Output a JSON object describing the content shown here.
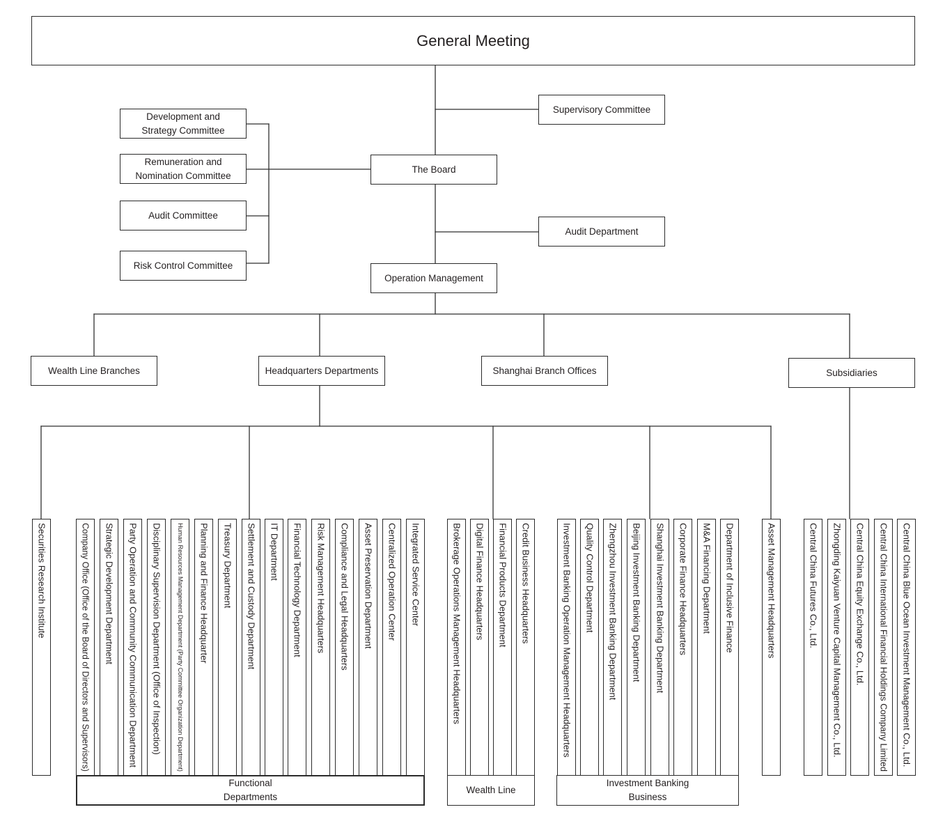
{
  "governance": {
    "general_meeting": "General Meeting",
    "supervisory_committee": "Supervisory Committee",
    "the_board": "The Board",
    "audit_department": "Audit Department",
    "operation_management": "Operation Management"
  },
  "board_committees": [
    "Development and Strategy Committee",
    "Remuneration and Nomination Committee",
    "Audit Committee",
    "Risk Control Committee"
  ],
  "business_lines": {
    "wealth_line_branches": "Wealth Line Branches",
    "headquarters_departments": "Headquarters Departments",
    "shanghai_branch_offices": "Shanghai Branch Offices",
    "subsidiaries": "Subsidiaries"
  },
  "headquarters": {
    "research": "Securities Research Institute",
    "functional": {
      "group_label": "Functional Departments",
      "units": [
        "Company Office (Office of the Board of Directors and Supervisors)",
        "Strategic Development Department",
        "Party Operation and Community Communication Department",
        "Disciplinary Supervision Department (Office of Inspection)",
        "Human Resources Management Department (Party Committee Organization Department)",
        "Planning and Finance Headquarter",
        "Treasury Department",
        "Settlement and Custody Department",
        "IT Department",
        "Financial Technology Department",
        "Risk Management Headquarters",
        "Compliance and Legal Headquarters",
        "Asset Preservation Department",
        "Centralized Operation Center",
        "Integrated Service Center"
      ]
    },
    "wealth_line": {
      "group_label": "Wealth Line",
      "units": [
        "Brokerage Operations Management Headquarters",
        "Digital Finance Headquarters",
        "Financial Products Department",
        "Credit Business Headquarters"
      ]
    },
    "investment_banking": {
      "group_label": "Investment Banking Business",
      "units": [
        "Investment Banking Operation Management Headquarters",
        "Quality Control Department",
        "Zhengzhou Investment Banking Department",
        "Beijing Investment Banking Department",
        "Shanghai Investment Banking Department",
        "Corporate Finance Headquarters",
        "M&A Financing Department",
        "Department of Inclusive Finance"
      ]
    },
    "asset_management": "Asset Management Headquarters"
  },
  "subsidiary_units": [
    "Central China Futures Co., Ltd.",
    "Zhongding Kaiyuan Venture Capital Management Co., Ltd.",
    "Central China Equity Exchange Co., Ltd.",
    "Central China International Financial Holdings Company Limited",
    "Central China Blue Ocean Investment Management Co., Ltd."
  ]
}
